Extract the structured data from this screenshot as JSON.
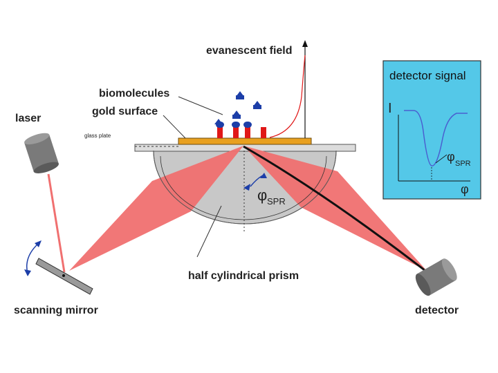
{
  "labels": {
    "evanescent_field": "evanescent  field",
    "biomolecules": "biomolecules",
    "gold_surface": "gold surface",
    "laser": "laser",
    "glass_plate": "glass plate",
    "half_cylindrical_prism": "half cylindrical prism",
    "scanning_mirror": "scanning mirror",
    "detector": "detector",
    "angle_symbol": "φ",
    "angle_subscript": "SPR"
  },
  "inset": {
    "title": "detector signal",
    "y_axis_label": "I",
    "x_axis_label": "φ",
    "dip_symbol": "φ",
    "dip_subscript": "SPR"
  },
  "colors": {
    "inset_background": "#54c8e8",
    "beam": "#f07070",
    "prism": "#c8c8c8",
    "gold": "#e8a020",
    "molecule_blue": "#1c3ea8",
    "molecule_red": "#e01818",
    "signal_curve": "#4a5fd0",
    "device_gray": "#7a7a7a"
  }
}
